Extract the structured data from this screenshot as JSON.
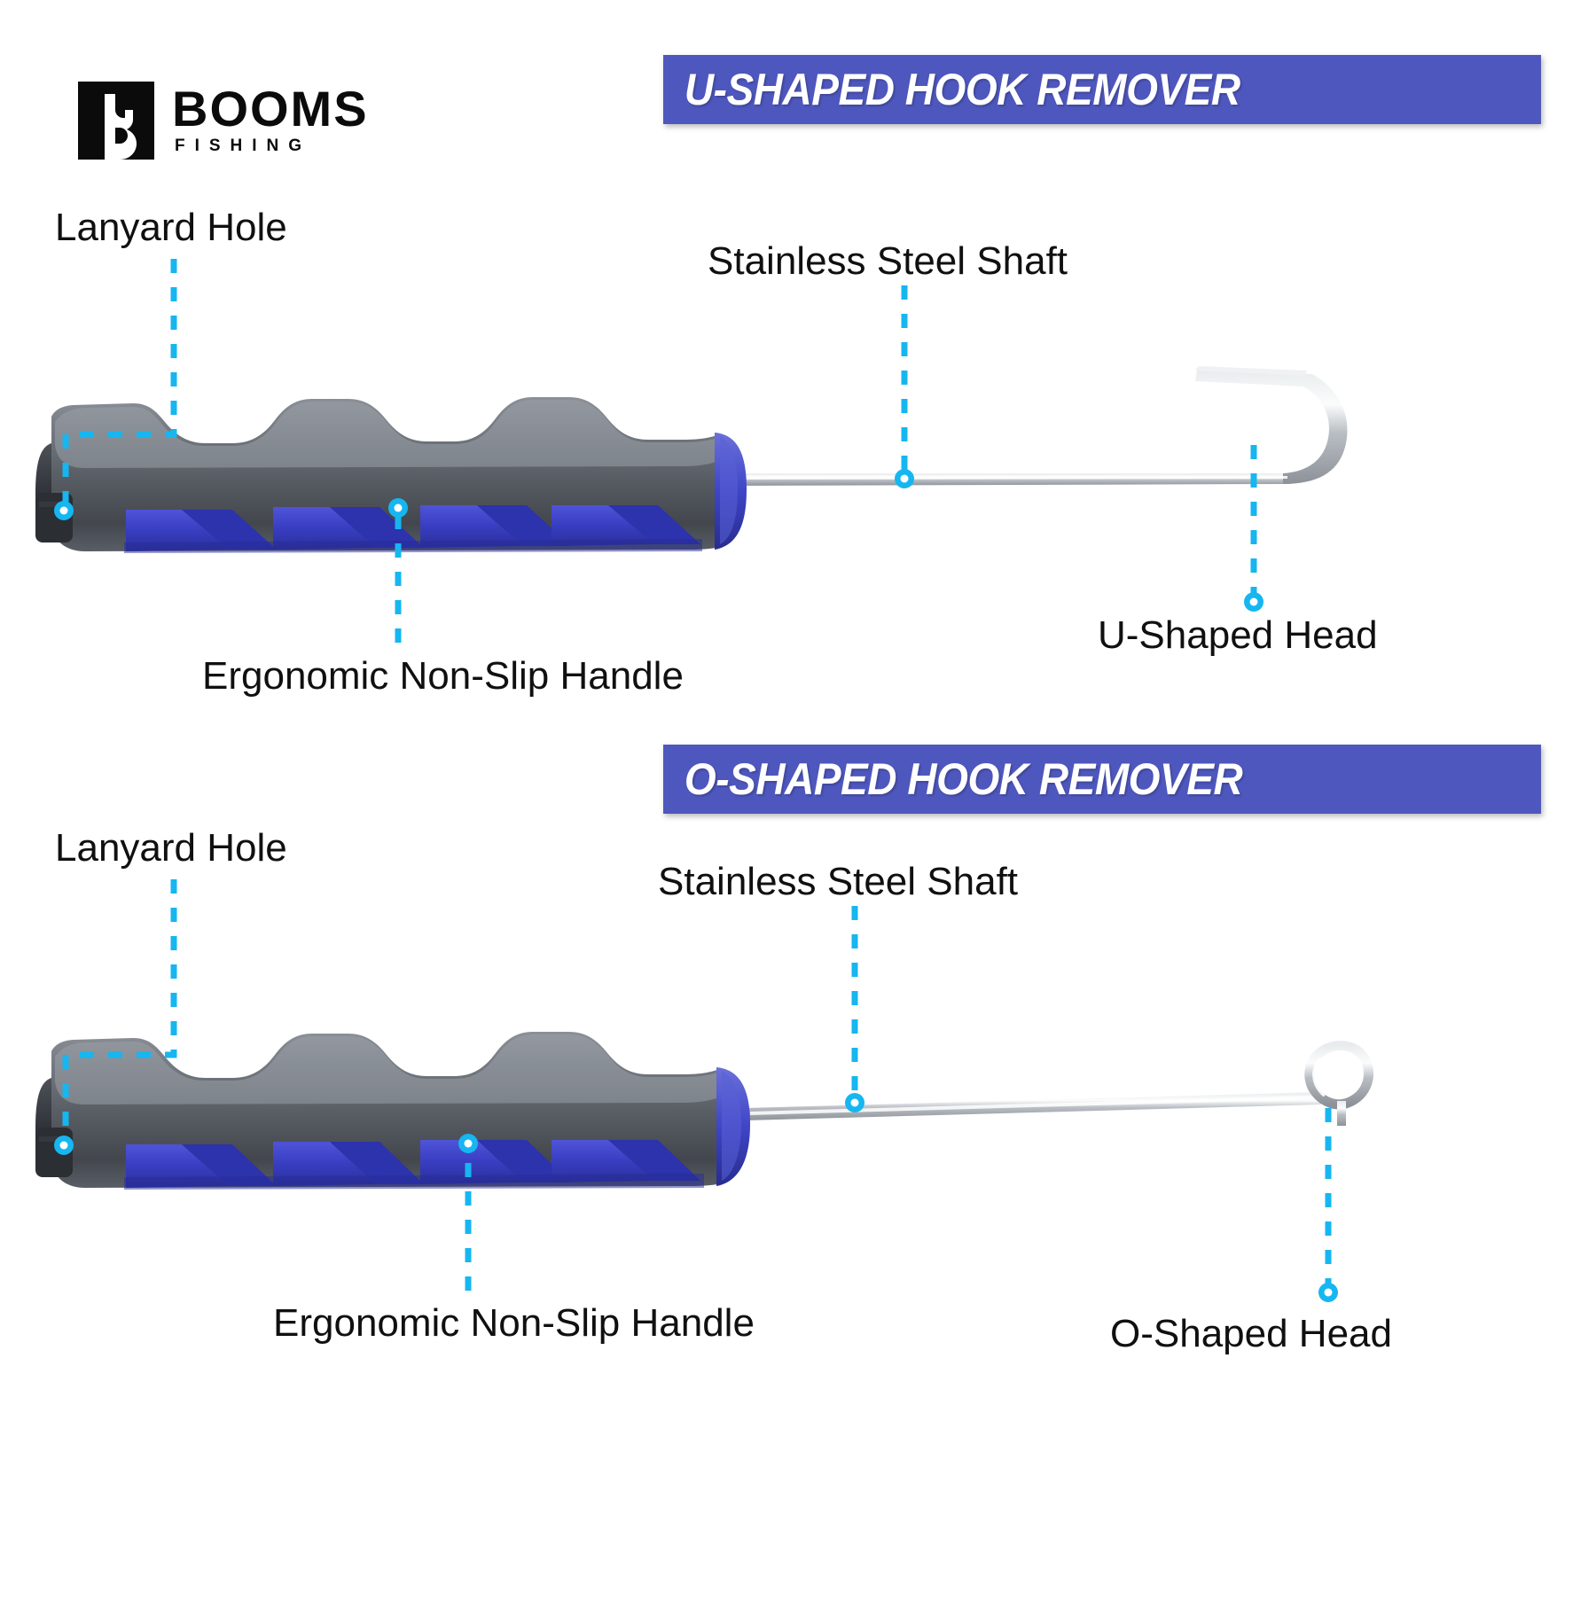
{
  "brand": {
    "name": "BOOMS",
    "sub": "FISHING",
    "logo_icon": "booms-b-hook-logo"
  },
  "sections": [
    {
      "id": "u-shaped",
      "banner": "U-SHAPED HOOK REMOVER",
      "labels": {
        "lanyard": "Lanyard Hole",
        "shaft": "Stainless Steel Shaft",
        "handle": "Ergonomic Non-Slip Handle",
        "head": "U-Shaped Head"
      }
    },
    {
      "id": "o-shaped",
      "banner": "O-SHAPED HOOK REMOVER",
      "labels": {
        "lanyard": "Lanyard Hole",
        "shaft": "Stainless Steel Shaft",
        "handle": "Ergonomic Non-Slip Handle",
        "head": "O-Shaped Head"
      }
    }
  ],
  "colors": {
    "banner_purple": "#4E57BD",
    "callout_cyan": "#16B6F0",
    "handle_gray": "#5B6067",
    "handle_blue": "#3A3FC4",
    "steel": "#C9CDD2",
    "text_black": "#101010",
    "background": "#FFFFFF"
  }
}
